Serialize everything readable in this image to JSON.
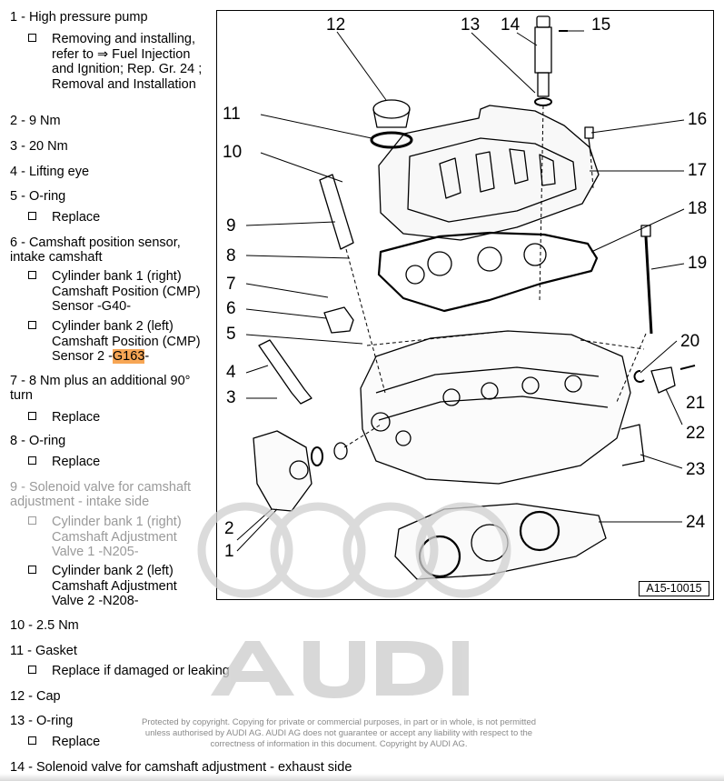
{
  "legend": {
    "e1": "1 - High pressure pump",
    "e1_s1": "Removing and installing, refer to ⇒ Fuel Injection and Ignition; Rep. Gr. 24 ; Removal and Installation",
    "e2": "2 - 9 Nm",
    "e3": "3 - 20 Nm",
    "e4": "4 - Lifting eye",
    "e5": "5 - O-ring",
    "e5_s1": "Replace",
    "e6": "6 - Camshaft position sensor, intake camshaft",
    "e6_s1": "Cylinder bank 1 (right) Camshaft Position (CMP) Sensor -G40-",
    "e6_s2_a": "Cylinder bank 2 (left) Camshaft Position (CMP) Sensor 2 -",
    "e6_s2_b": "G163",
    "e6_s2_c": "-",
    "e7": "7 - 8 Nm plus an additional 90° turn",
    "e7_s1": "Replace",
    "e8": "8 - O-ring",
    "e8_s1": "Replace",
    "e9": "9 - Solenoid valve for camshaft adjustment - intake side",
    "e9_s1": "Cylinder bank 1 (right) Camshaft Adjustment Valve 1 -N205-",
    "e9_s2": "Cylinder bank 2 (left) Camshaft Adjustment Valve 2 -N208-",
    "e10": "10 - 2.5 Nm",
    "e11": "11 - Gasket",
    "e11_s1": "Replace if damaged or leaking",
    "e12": "12 - Cap",
    "e13": "13 - O-ring",
    "e13_s1": "Replace",
    "e14": "14 - Solenoid valve for camshaft adjustment - exhaust side"
  },
  "figure": {
    "reference": "A15-10015",
    "callouts": [
      "1",
      "2",
      "3",
      "4",
      "5",
      "6",
      "7",
      "8",
      "9",
      "10",
      "11",
      "12",
      "13",
      "14",
      "15",
      "16",
      "17",
      "18",
      "19",
      "20",
      "21",
      "22",
      "23",
      "24"
    ]
  },
  "watermark": {
    "brand": "Audi",
    "copyright": "Protected by copyright. Copying for private or commercial purposes, in part or in whole, is not permitted unless authorised by AUDI AG. AUDI AG does not guarantee or accept any liability with respect to the correctness of information in this document. Copyright by AUDI AG."
  },
  "colors": {
    "highlight": "#f7a655",
    "watermark": "#c8c8c8"
  }
}
